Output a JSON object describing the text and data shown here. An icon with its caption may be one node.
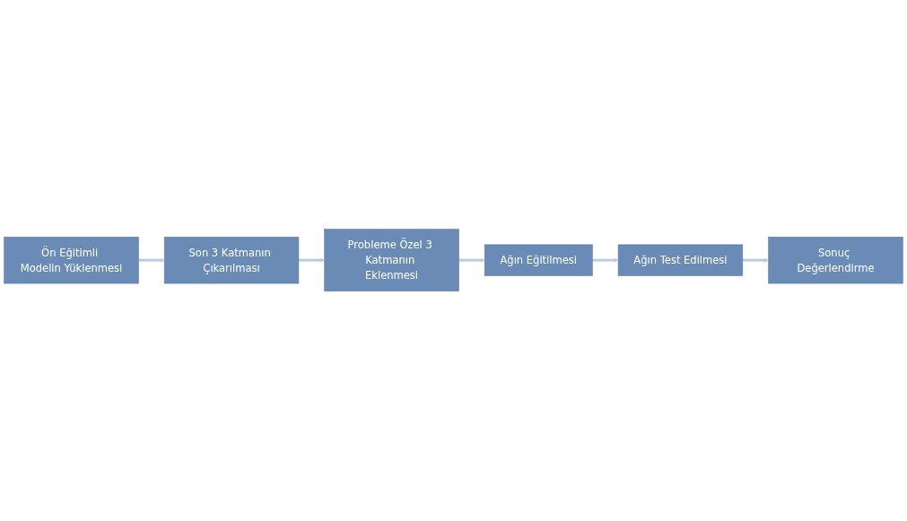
{
  "diagram": {
    "nodes": [
      {
        "text": [
          "Ön Eğitimli Modelin Yüklenmesi"
        ]
      },
      {
        "text": [
          "Son 3 Katmanın Çıkarılması"
        ]
      },
      {
        "text": [
          "Probleme Özel 3 Katmanın Eklenmesi"
        ]
      },
      {
        "text": [
          "Ağın Eğitilmesi"
        ]
      },
      {
        "text": [
          "Ağın Test Edilmesi"
        ]
      },
      {
        "text": [
          "Sonuç Değerlendirme"
        ]
      }
    ],
    "edges": [
      {
        "from": 0,
        "to": 1,
        "arrow": "to"
      },
      {
        "from": 1,
        "to": 2,
        "arrow": "to"
      },
      {
        "from": 2,
        "to": 3,
        "arrow": "to"
      },
      {
        "from": 3,
        "to": 4,
        "arrow": "to"
      },
      {
        "from": 4,
        "to": 5,
        "arrow": "to"
      }
    ]
  }
}
